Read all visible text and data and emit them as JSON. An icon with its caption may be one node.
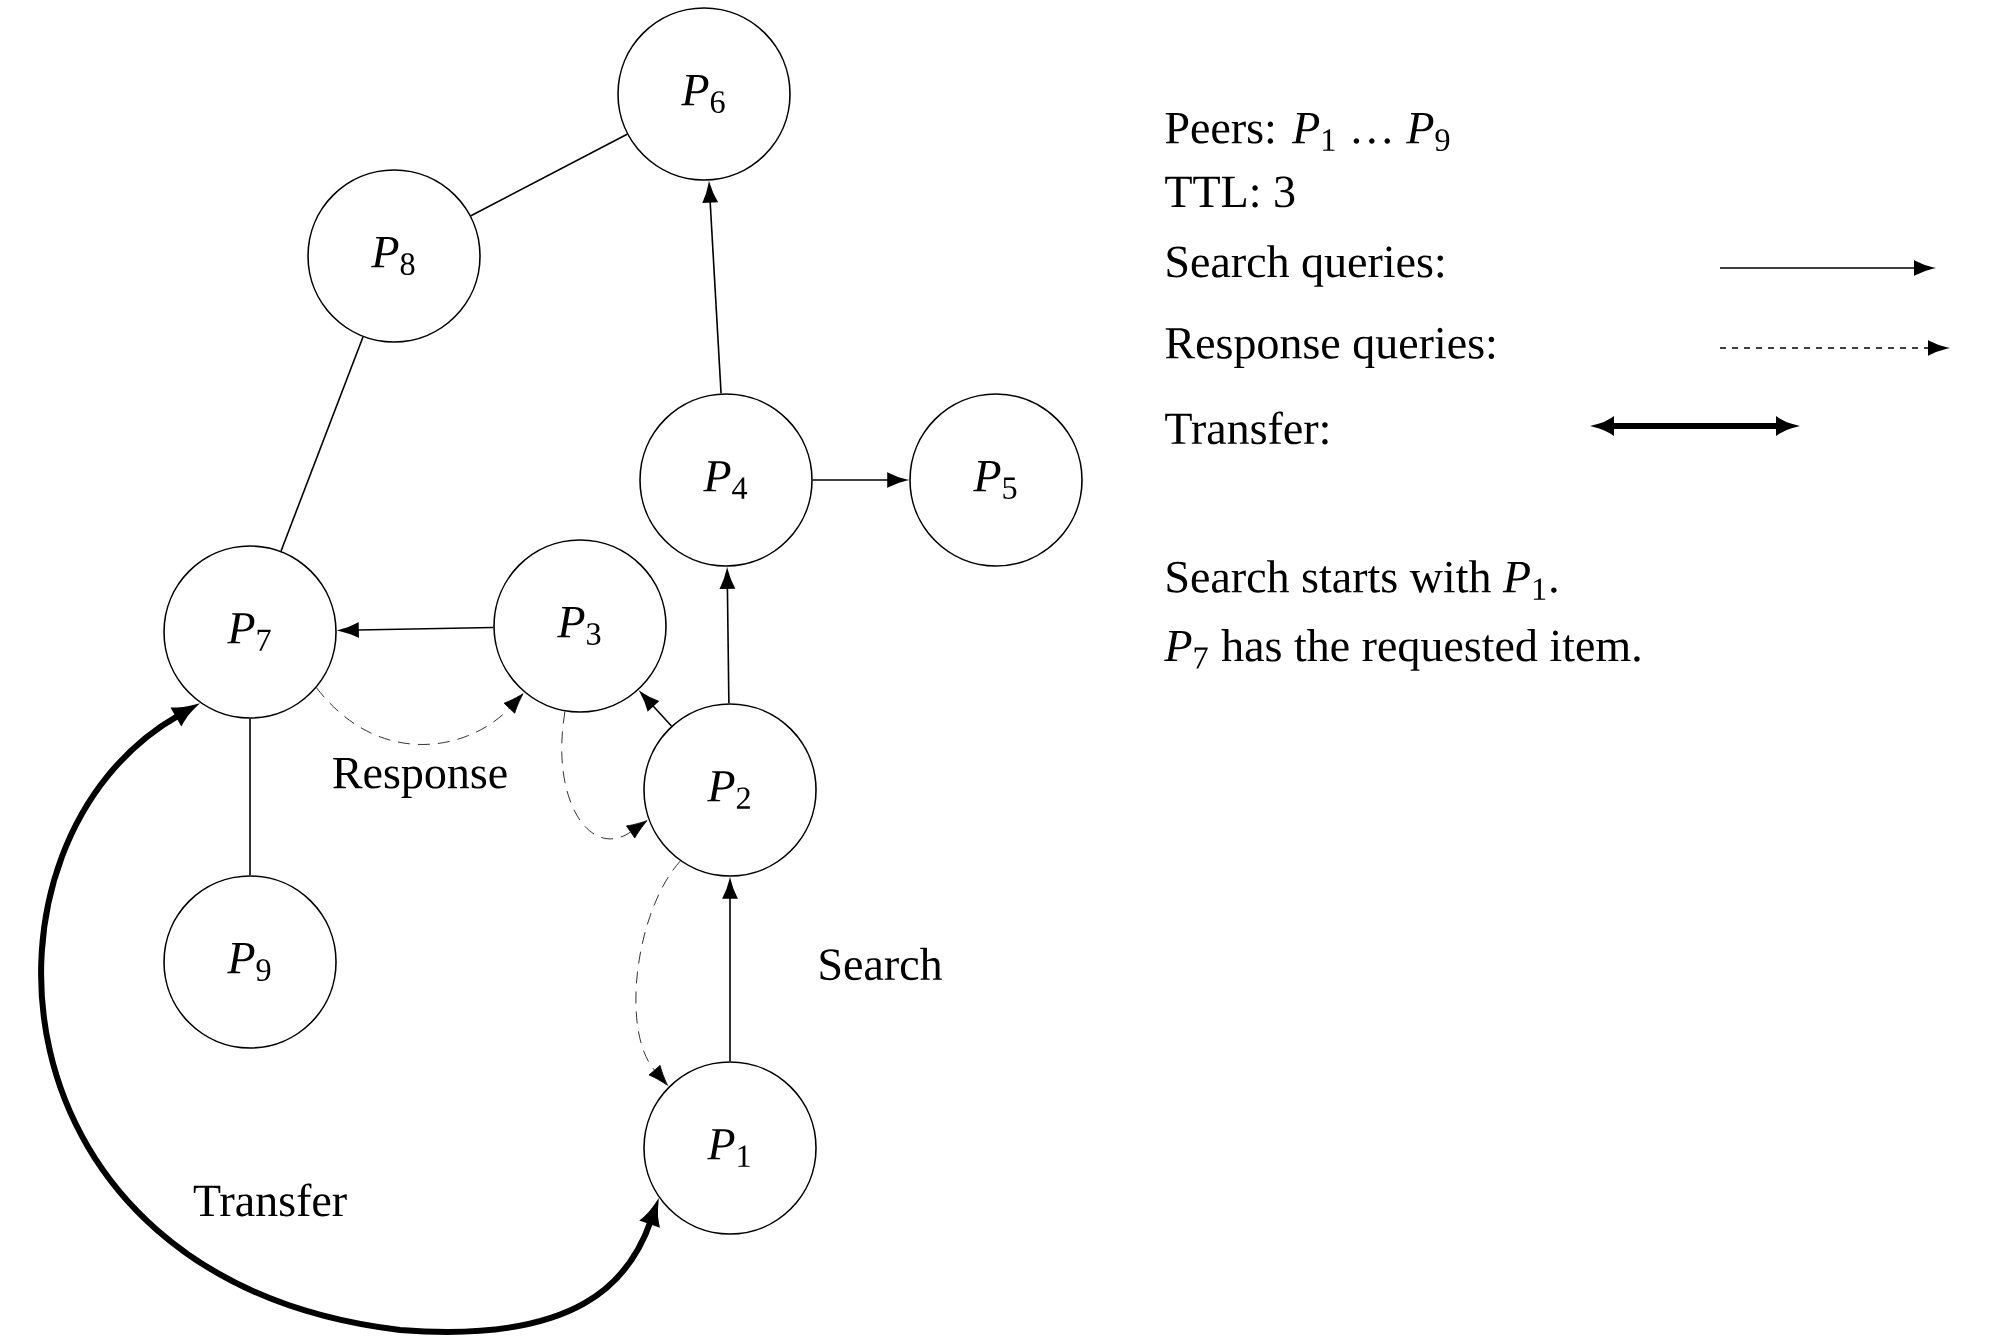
{
  "diagram": {
    "nodes": [
      {
        "text": [
          "*P*$_{6}$"
        ]
      },
      {
        "text": [
          "*P*$_{8}$"
        ]
      },
      {
        "text": [
          "*P*$_{4}$"
        ]
      },
      {
        "text": [
          "*P*$_{5}$"
        ]
      },
      {
        "text": [
          "*P*$_{7}$"
        ]
      },
      {
        "text": [
          "*P*$_{3}$"
        ]
      },
      {
        "text": [
          "*P*$_{2}$"
        ]
      },
      {
        "text": [
          "*P*$_{9}$"
        ]
      },
      {
        "text": [
          "*P*$_{1}$"
        ]
      }
    ],
    "edges": [
      {
        "from": 8,
        "to": 6,
        "arrow": "to",
        "label": "Search"
      },
      {
        "from": 6,
        "to": 2,
        "arrow": "to"
      },
      {
        "from": 6,
        "to": 5,
        "arrow": "to"
      },
      {
        "from": 2,
        "to": 0,
        "arrow": "to"
      },
      {
        "from": 2,
        "to": 3,
        "arrow": "to"
      },
      {
        "from": 5,
        "to": 4,
        "arrow": "to"
      },
      {
        "from": 4,
        "to": 1,
        "arrow": "none"
      },
      {
        "from": 1,
        "to": 0,
        "arrow": "none"
      },
      {
        "from": 4,
        "to": 7,
        "arrow": "none"
      },
      {
        "from": 4,
        "to": 5,
        "arrow": "to",
        "style": "dashed",
        "label": "Response"
      },
      {
        "from": 5,
        "to": 6,
        "arrow": "to",
        "style": "dashed"
      },
      {
        "from": 6,
        "to": 8,
        "arrow": "to",
        "style": "dashed"
      },
      {
        "from": 4,
        "to": 8,
        "arrow": "both",
        "style": "thick",
        "label": "Transfer"
      }
    ],
    "labels": [
      "Peers: *P*$_{1}$ … *P*$_{9}$",
      "TTL: 3",
      "Search starts with *P*$_{1}$.",
      "*P*$_{7}$ has the requested item."
    ],
    "legend": [
      {
        "text": "Search queries:"
      },
      {
        "text": "Response queries:"
      },
      {
        "text": "Transfer:"
      }
    ]
  }
}
